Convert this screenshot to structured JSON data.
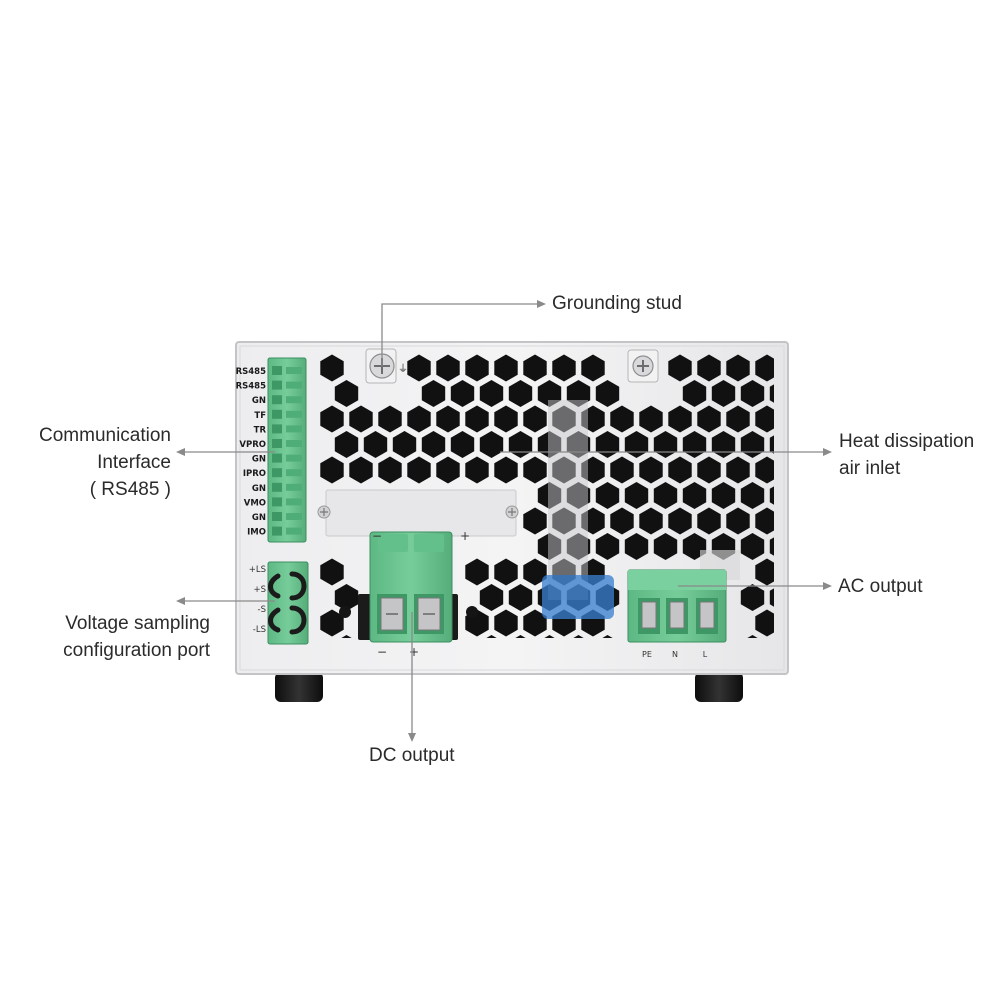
{
  "callouts": {
    "grounding": "Grounding stud",
    "comm": [
      "Communication",
      "Interface",
      "( RS485 )"
    ],
    "voltage": [
      "Voltage sampling",
      "configuration port"
    ],
    "heat": [
      "Heat dissipation",
      "air inlet"
    ],
    "ac": "AC output",
    "dc": "DC output"
  },
  "terminal_labels": [
    "RS485",
    "RS485",
    "GN",
    "TF",
    "TR",
    "VPRO",
    "GN",
    "IPRO",
    "GN",
    "VMO",
    "GN",
    "IMO"
  ],
  "sense_labels": [
    "+LS",
    "+S",
    "-S",
    "-LS"
  ],
  "dc_polarity": {
    "top_minus": "−",
    "top_plus": "+",
    "bottom_minus": "−",
    "bottom_plus": "+"
  },
  "ac_labels": [
    "PE",
    "N",
    "L"
  ],
  "colors": {
    "panel": "#e4e4e6",
    "panel_edge": "#c7c7ca",
    "terminal_green": "#6cc690",
    "terminal_dark": "#3e9866",
    "hole": "#111111",
    "leader": "#8a8a8a",
    "foot": "#1a1a1a"
  }
}
